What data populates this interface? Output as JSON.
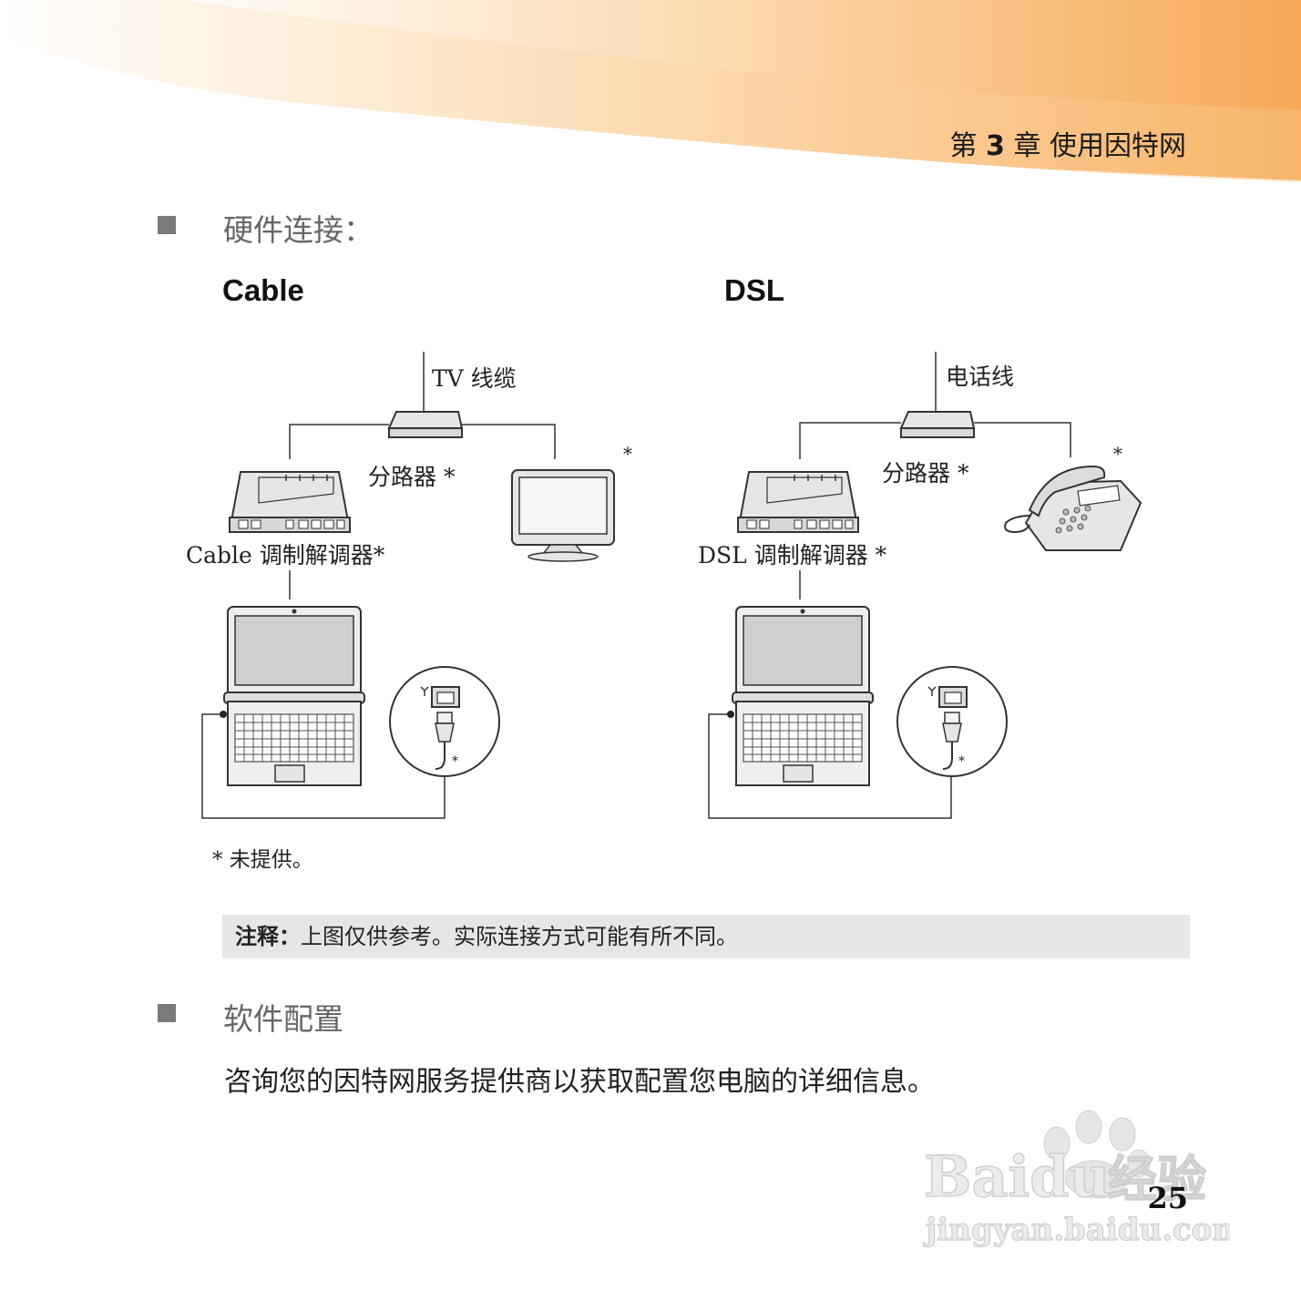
{
  "header": {
    "chapter_prefix": "第",
    "chapter_number": "3",
    "chapter_suffix": "章 使用因特网"
  },
  "section1": {
    "title": "硬件连接："
  },
  "cable": {
    "title": "Cable",
    "tv_line": "TV 线缆",
    "splitter": "分路器 *",
    "monitor_star": "*",
    "modem": "Cable 调制解调器*",
    "port_star": "*"
  },
  "dsl": {
    "title": "DSL",
    "phone_line": "电话线",
    "splitter": "分路器 *",
    "phone_star": "*",
    "modem": "DSL 调制解调器 *",
    "port_star": "*"
  },
  "footnote": "* 未提供。",
  "note": {
    "label": "注释：",
    "text": "上图仅供参考。实际连接方式可能有所不同。"
  },
  "section2": {
    "title": "软件配置",
    "body": "咨询您的因特网服务提供商以获取配置您电脑的详细信息。"
  },
  "page_number": "25",
  "watermark": {
    "brand": "Baidu",
    "brand_cn": "经验",
    "url": "jingyan.baidu.com"
  }
}
